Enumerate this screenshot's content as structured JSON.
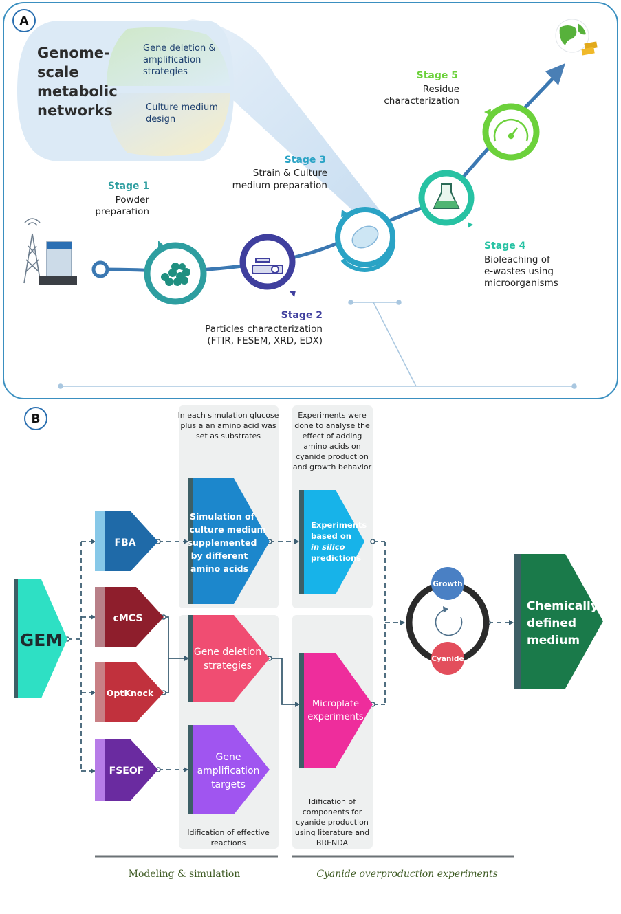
{
  "panel_a": {
    "label": "A",
    "gsm": {
      "title": [
        "Genome-",
        "scale",
        "metabolic",
        "networks"
      ],
      "gene": [
        "Gene deletion &",
        "amplification",
        "strategies"
      ],
      "culture": [
        "Culture medium",
        "design"
      ]
    },
    "stages": [
      {
        "label": "Stage 1",
        "desc": [
          "Powder",
          "preparation"
        ]
      },
      {
        "label": "Stage 2",
        "desc": [
          "Particles characterization",
          "(FTIR, FESEM, XRD, EDX)"
        ]
      },
      {
        "label": "Stage 3",
        "desc": [
          "Strain & Culture",
          "medium preparation"
        ]
      },
      {
        "label": "Stage 4",
        "desc": [
          "Bioleaching of",
          "e-wastes using",
          "microorganisms"
        ]
      },
      {
        "label": "Stage 5",
        "desc": [
          "Residue",
          "characterization"
        ]
      }
    ],
    "colors": {
      "stage1": "#2e9ea0",
      "stage2": "#3f3f9e",
      "stage3": "#2aa3c5",
      "stage4": "#27c2a3",
      "stage5": "#6cd13b",
      "path": "#3b78b2",
      "arrow": "#4a7fb5"
    }
  },
  "panel_b": {
    "label": "B",
    "gem": "GEM",
    "methods": [
      "FBA",
      "cMCS",
      "OptKnock",
      "FSEOF"
    ],
    "sim_note": [
      "In each simulation glucose",
      "plus a an amino acid was",
      "set as substrates"
    ],
    "exp_note": [
      "Experiments were",
      "done to analyse the",
      "effect of adding",
      "amino acids on",
      "cyanide production",
      "and growth behavior"
    ],
    "sim_box": [
      "Simulation of",
      "culture medium",
      "supplemented",
      "by different",
      "amino acids"
    ],
    "exp_box": [
      "Experiments",
      "based on",
      "in silico",
      "predictions"
    ],
    "del_box": [
      "Gene deletion",
      "strategies"
    ],
    "amp_box": [
      "Gene",
      "amplification",
      "targets"
    ],
    "micro_box": [
      "Microplate",
      "experiments"
    ],
    "eff_note": [
      "Idification of effective",
      "reactions"
    ],
    "comp_note": [
      "Idification of",
      "components for",
      "cyanide production",
      "using literature and",
      "BRENDA"
    ],
    "growth": "Growth",
    "cyanide": "Cyanide",
    "cdm": [
      "Chemically-",
      "defined",
      "medium"
    ],
    "footer": [
      "Modeling & simulation",
      "Cyanide overproduction experiments"
    ],
    "colors": {
      "gem": "#2ee0c4",
      "fba": "#1f6aa8",
      "cmcs": "#8e1e2c",
      "optknock": "#c1313d",
      "fseof": "#6a2ba0",
      "sim": "#1c87cc",
      "exp": "#17b3e9",
      "del": "#f04d72",
      "amp": "#a055f0",
      "micro": "#ee2d9c",
      "growth": "#4a80c4",
      "cyanide": "#e34e5c",
      "cdm": "#1a7a4a"
    }
  }
}
